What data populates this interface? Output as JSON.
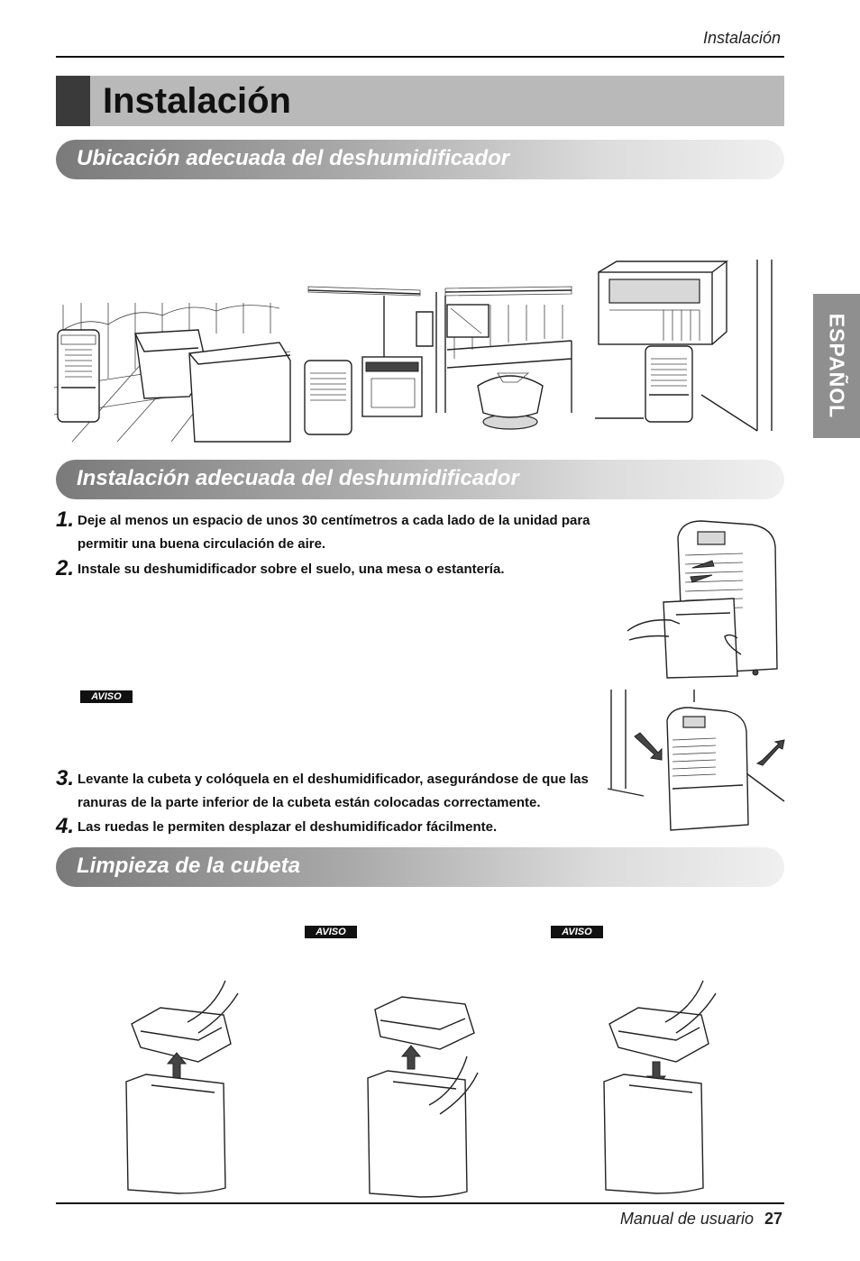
{
  "header": {
    "running_title": "Instalación"
  },
  "page": {
    "title": "Instalación"
  },
  "side_tab": {
    "label": "ESPAÑOL"
  },
  "sections": {
    "location": {
      "heading": "Ubicación adecuada del deshumidificador"
    },
    "installation": {
      "heading": "Instalación adecuada del deshumidificador",
      "steps": [
        {
          "num": "1.",
          "text": "Deje al menos un espacio de unos 30 centímetros a cada lado de la unidad para permitir una buena circulación de aire."
        },
        {
          "num": "2.",
          "text": "Instale su deshumidificador sobre el suelo, una mesa o estantería."
        },
        {
          "num": "3.",
          "text": "Levante la cubeta y colóquela en el deshumidificador, asegurándose de que las ranuras de la parte inferior de la cubeta están colocadas correctamente."
        },
        {
          "num": "4.",
          "text": "Las ruedas le permiten desplazar el deshumidificador fácilmente."
        }
      ],
      "aviso_label": "AVISO"
    },
    "cleaning": {
      "heading": "Limpieza de la cubeta",
      "aviso_labels": [
        "AVISO",
        "AVISO"
      ]
    }
  },
  "footer": {
    "manual_label": "Manual de usuario",
    "page_number": "27"
  },
  "colors": {
    "title_bar": "#b9b9b9",
    "title_block": "#3a3a3a",
    "side_tab": "#8f8f8f",
    "aviso_bg": "#111111"
  },
  "illustrations": [
    "laundry-room-dehumidifier-illustration",
    "kitchen-dehumidifier-illustration",
    "bookshelf-room-dehumidifier-illustration",
    "bucket-removal-illustration",
    "wall-clearance-illustration",
    "bucket-lift-illustration-1",
    "bucket-lift-illustration-2",
    "bucket-insert-illustration"
  ]
}
